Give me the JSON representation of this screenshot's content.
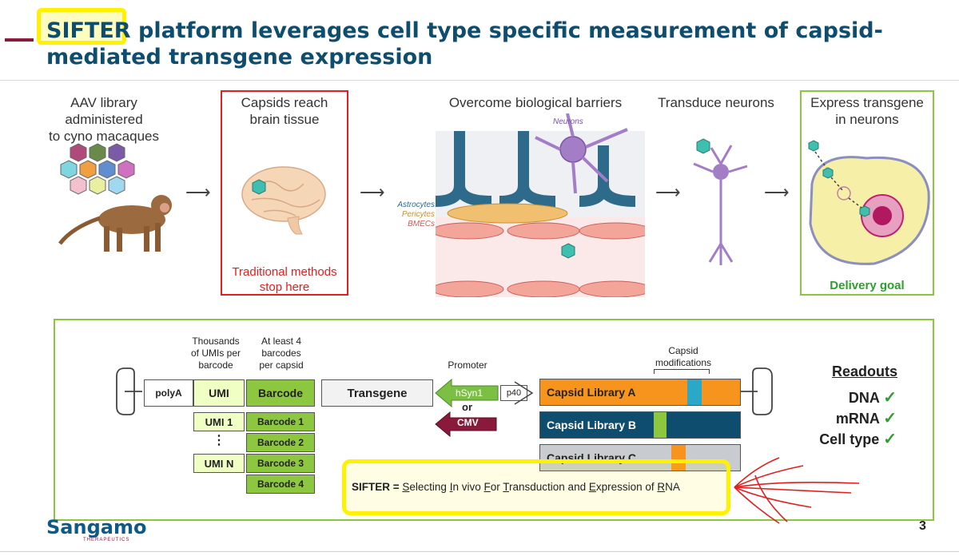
{
  "slide": {
    "title_prefix": "SIFTER",
    "title_rest": " platform leverages cell type specific measurement of capsid-mediated transgene expression",
    "page_number": "3",
    "logo_text": "Sangamo",
    "logo_subtext": "THERAPEUTICS"
  },
  "stages": [
    {
      "caption_line1": "AAV library administered",
      "caption_line2": "to cyno macaques"
    },
    {
      "caption_line1": "Capsids reach",
      "caption_line2": "brain tissue",
      "note_line1": "Traditional methods",
      "note_line2": "stop here"
    },
    {
      "caption_line1": "Overcome biological barriers",
      "labels": {
        "neurons": "Neurons",
        "astrocytes": "Astrocytes",
        "pericytes": "Pericytes",
        "bmecs": "BMECs"
      }
    },
    {
      "caption_line1": "Transduce neurons"
    },
    {
      "caption_line1": "Express transgene",
      "caption_line2": "in neurons",
      "note_line1": "Delivery goal"
    }
  ],
  "construct": {
    "umi_header": [
      "Thousands",
      "of UMIs per",
      "barcode"
    ],
    "barcode_header": [
      "At least 4",
      "barcodes",
      "per capsid"
    ],
    "promoter_header": "Promoter",
    "capsid_mod_header": [
      "Capsid",
      "modifications"
    ],
    "polya": "polyA",
    "umi": "UMI",
    "barcode": "Barcode",
    "transgene": "Transgene",
    "hsyn1": "hSyn1",
    "p40": "p40",
    "or": "or",
    "cmv": "CMV",
    "umi_list": [
      "UMI 1",
      "⋮",
      "UMI N"
    ],
    "barcode_list": [
      "Barcode 1",
      "Barcode 2",
      "Barcode 3",
      "Barcode 4"
    ],
    "libraries": [
      "Capsid Library A",
      "Capsid Library B",
      "Capsid Library C"
    ]
  },
  "readouts": {
    "title": "Readouts",
    "items": [
      "DNA",
      "mRNA",
      "Cell type"
    ],
    "check": "✓"
  },
  "sifter_definition": {
    "prefix": "SIFTER = ",
    "parts": [
      {
        "u": "S",
        "rest": "electing "
      },
      {
        "u": "I",
        "rest": "n vivo "
      },
      {
        "u": "F",
        "rest": "or "
      },
      {
        "u": "T",
        "rest": "ransduction and "
      },
      {
        "u": "E",
        "rest": "xpression of "
      },
      {
        "u": "R",
        "rest": "NA"
      }
    ]
  },
  "colors": {
    "title_blue": "#0e4d6e",
    "accent_maroon": "#8a1a3c",
    "highlight_yellow": "#fff200",
    "red_box": "#e02020",
    "green_box": "#8cc63f",
    "library_a": "#f7941d",
    "library_b": "#0e4d6e",
    "library_c": "#c8ccd0"
  }
}
